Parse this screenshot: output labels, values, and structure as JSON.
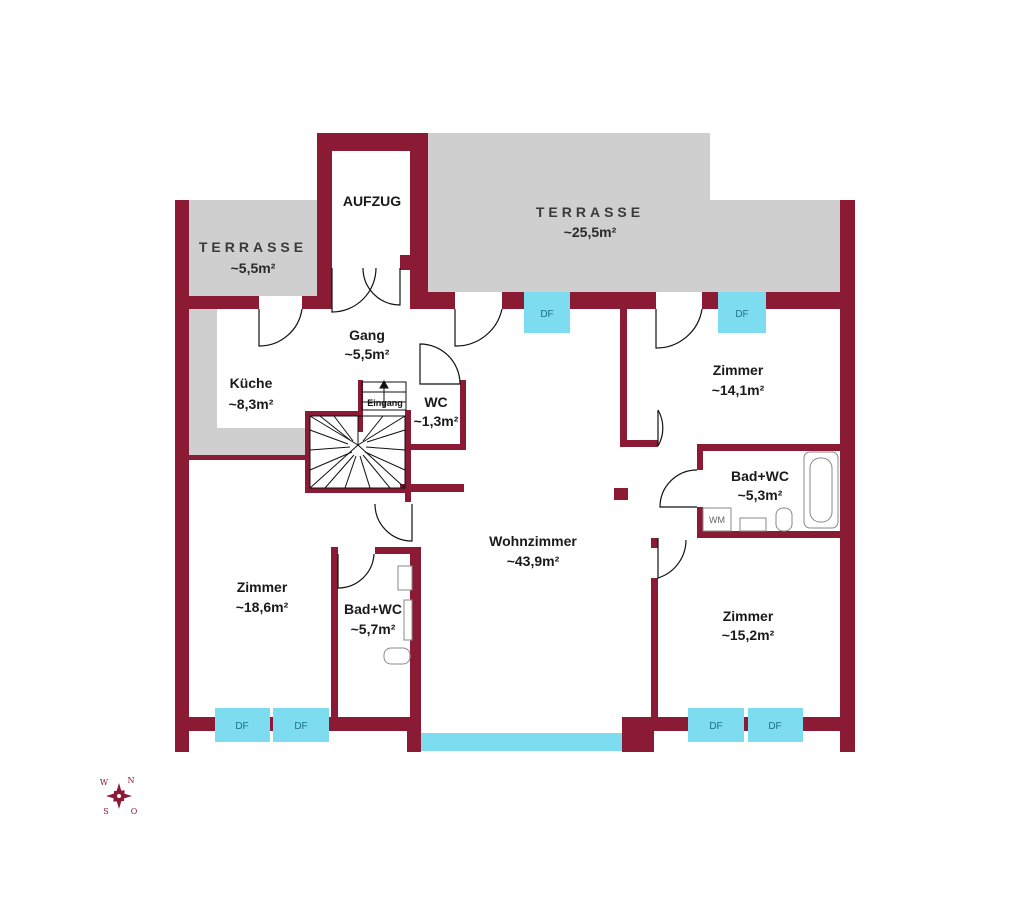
{
  "colors": {
    "wall": "#8b1a35",
    "terrace": "#cfcfcf",
    "skylight": "#7ddcf0",
    "floor": "#ffffff"
  },
  "terraces": [
    {
      "name": "TERRASSE",
      "area": "~5,5m²"
    },
    {
      "name": "TERRASSE",
      "area": "~25,5m²"
    }
  ],
  "rooms": {
    "aufzug": {
      "name": "AUFZUG"
    },
    "gang": {
      "name": "Gang",
      "area": "~5,5m²"
    },
    "kueche": {
      "name": "Küche",
      "area": "~8,3m²"
    },
    "wc": {
      "name": "WC",
      "area": "~1,3m²"
    },
    "eingang": {
      "name": "Eingang"
    },
    "wohnzimmer": {
      "name": "Wohnzimmer",
      "area": "~43,9m²"
    },
    "zimmer_ne": {
      "name": "Zimmer",
      "area": "~14,1m²"
    },
    "bad_e": {
      "name": "Bad+WC",
      "area": "~5,3m²"
    },
    "zimmer_se": {
      "name": "Zimmer",
      "area": "~15,2m²"
    },
    "zimmer_w": {
      "name": "Zimmer",
      "area": "~18,6m²"
    },
    "bad_w": {
      "name": "Bad+WC",
      "area": "~5,7m²"
    }
  },
  "skylights": {
    "label": "DF",
    "count": 6
  },
  "fixtures": {
    "washing_machine": "WM"
  },
  "compass": {
    "n": "N",
    "o": "O",
    "s": "S",
    "w": "W"
  }
}
